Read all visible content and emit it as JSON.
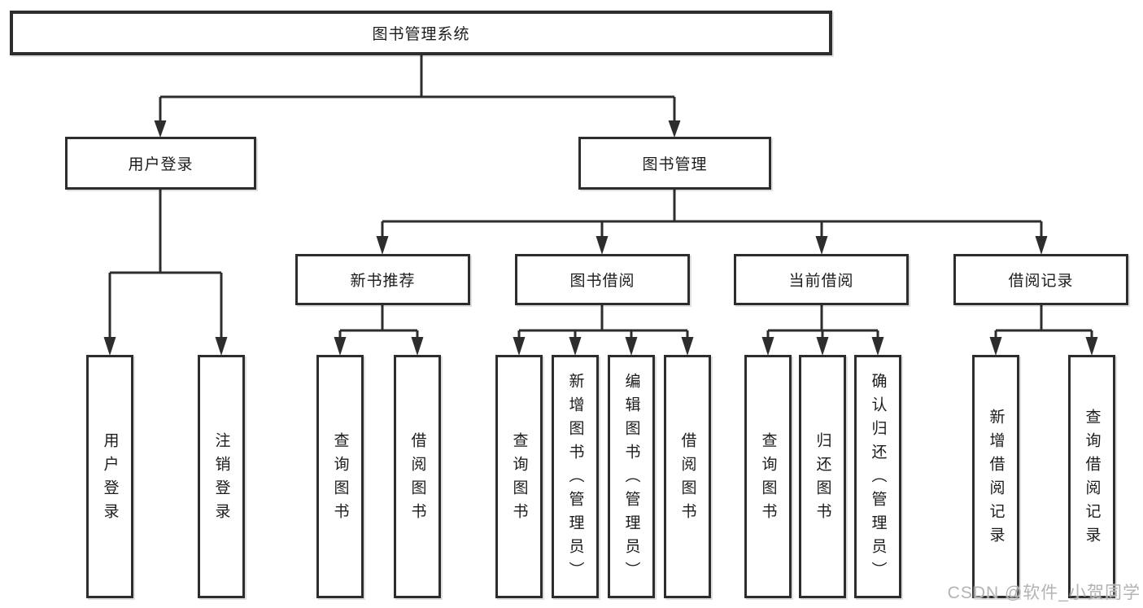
{
  "diagram": {
    "root": {
      "label": "图书管理系统"
    },
    "level2": [
      {
        "label": "用户登录"
      },
      {
        "label": "图书管理"
      }
    ],
    "level3": [
      {
        "label": "新书推荐"
      },
      {
        "label": "图书借阅"
      },
      {
        "label": "当前借阅"
      },
      {
        "label": "借阅记录"
      }
    ],
    "leaves": [
      {
        "label": "用户登录"
      },
      {
        "label": "注销登录"
      },
      {
        "label": "查询图书"
      },
      {
        "label": "借阅图书"
      },
      {
        "label": "查询图书"
      },
      {
        "label": "新增图书（管理员）"
      },
      {
        "label": "编辑图书（管理员）"
      },
      {
        "label": "借阅图书"
      },
      {
        "label": "查询图书"
      },
      {
        "label": "归还图书"
      },
      {
        "label": "确认归还（管理员）"
      },
      {
        "label": "新增借阅记录"
      },
      {
        "label": "查询借阅记录"
      }
    ],
    "line_color": "#2d2d2d",
    "text_color": "#1c1c1c"
  },
  "watermark": {
    "text": "CSDN @软件_小贺同学",
    "color": "#b3b3b3"
  }
}
